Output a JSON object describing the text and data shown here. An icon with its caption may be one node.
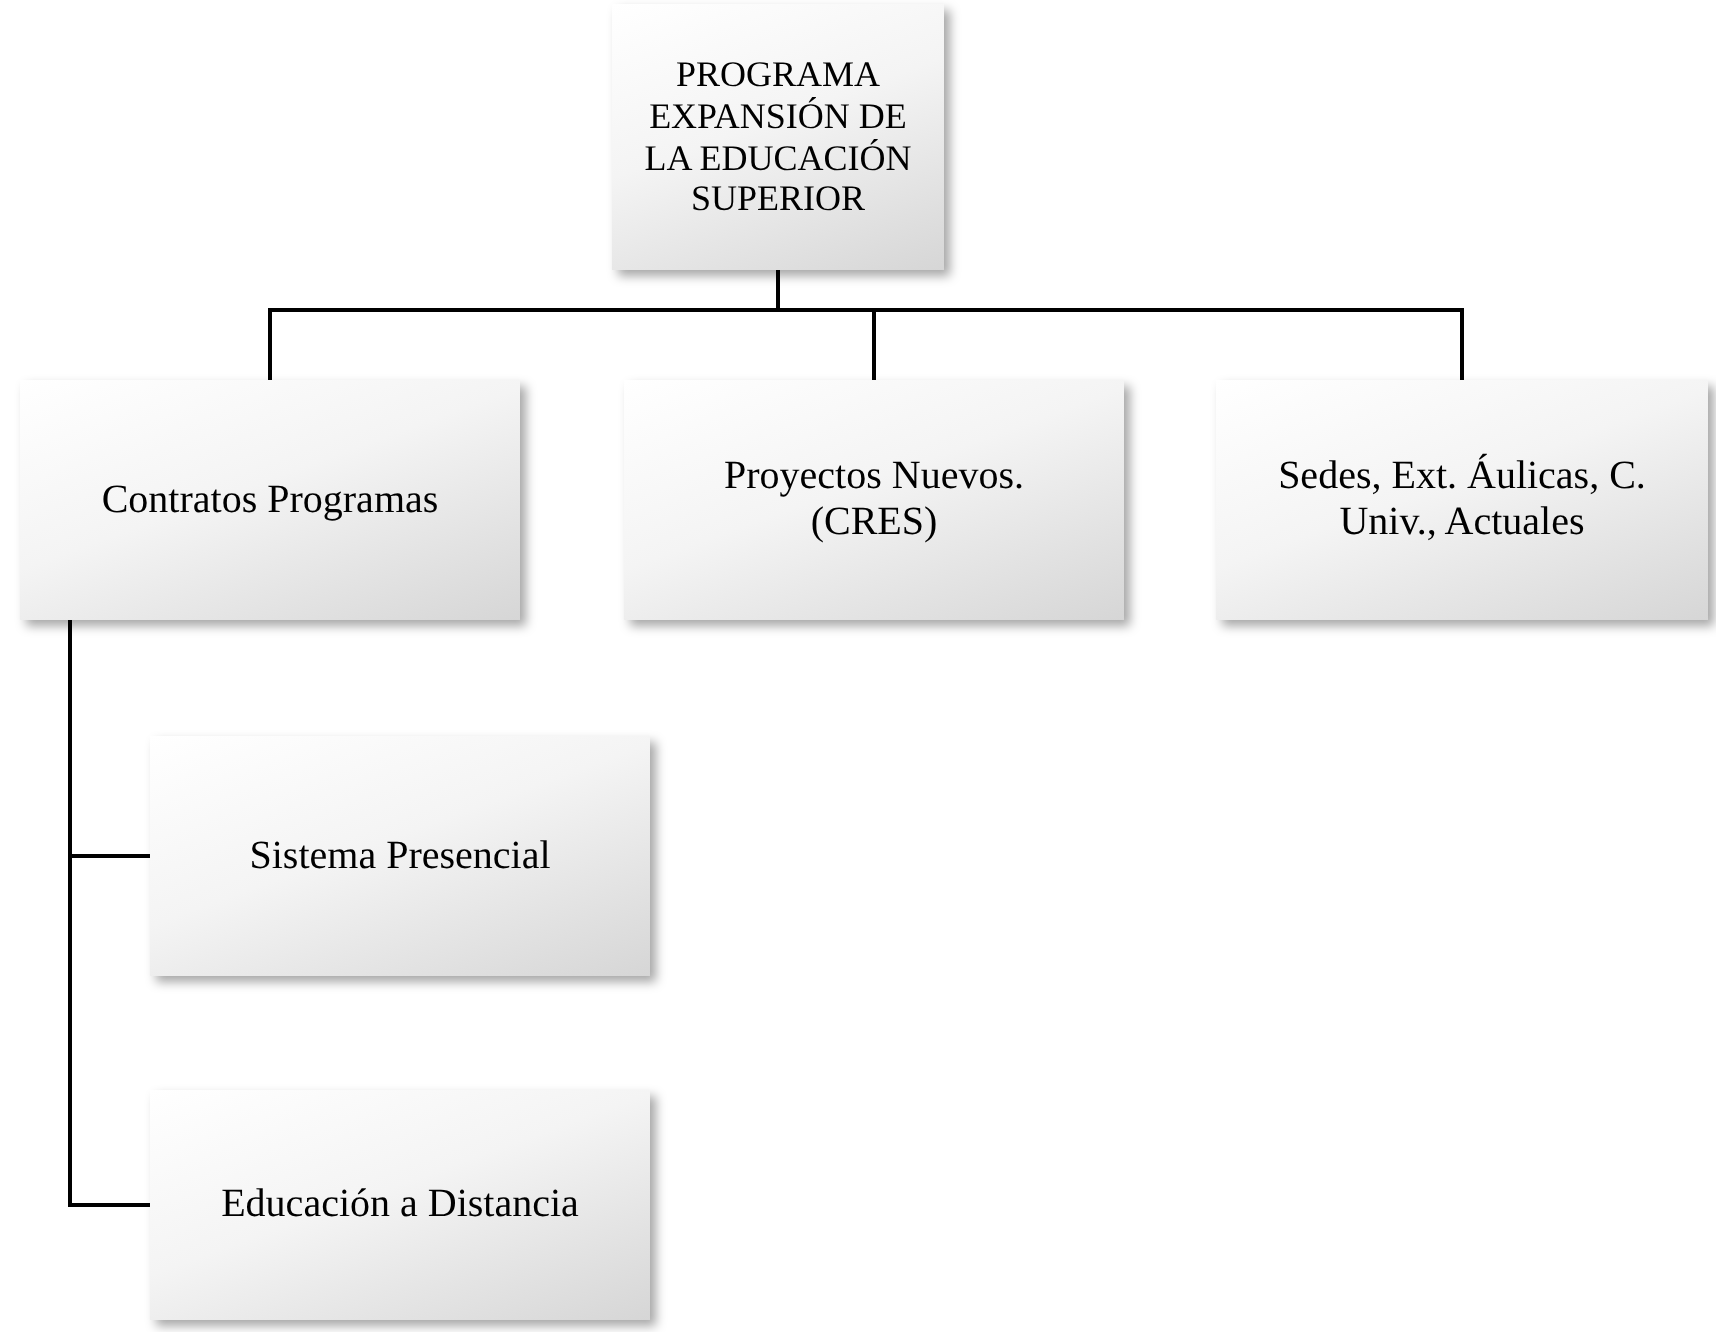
{
  "diagram": {
    "nodes": [
      {
        "text": [
          "PROGRAMA EXPANSIÓN DE LA EDUCACIÓN SUPERIOR"
        ]
      },
      {
        "text": [
          "Contratos Programas"
        ]
      },
      {
        "text": [
          "Proyectos Nuevos. (CRES)"
        ]
      },
      {
        "text": [
          "Sedes, Ext. Áulicas, C. Univ., Actuales"
        ]
      },
      {
        "text": [
          "Sistema Presencial"
        ]
      },
      {
        "text": [
          "Educación a Distancia"
        ]
      }
    ],
    "edges": [
      {
        "from": 0,
        "to": 1,
        "arrow": "none"
      },
      {
        "from": 0,
        "to": 2,
        "arrow": "none"
      },
      {
        "from": 0,
        "to": 3,
        "arrow": "none"
      },
      {
        "from": 1,
        "to": 4,
        "arrow": "none"
      },
      {
        "from": 1,
        "to": 5,
        "arrow": "none"
      }
    ]
  }
}
